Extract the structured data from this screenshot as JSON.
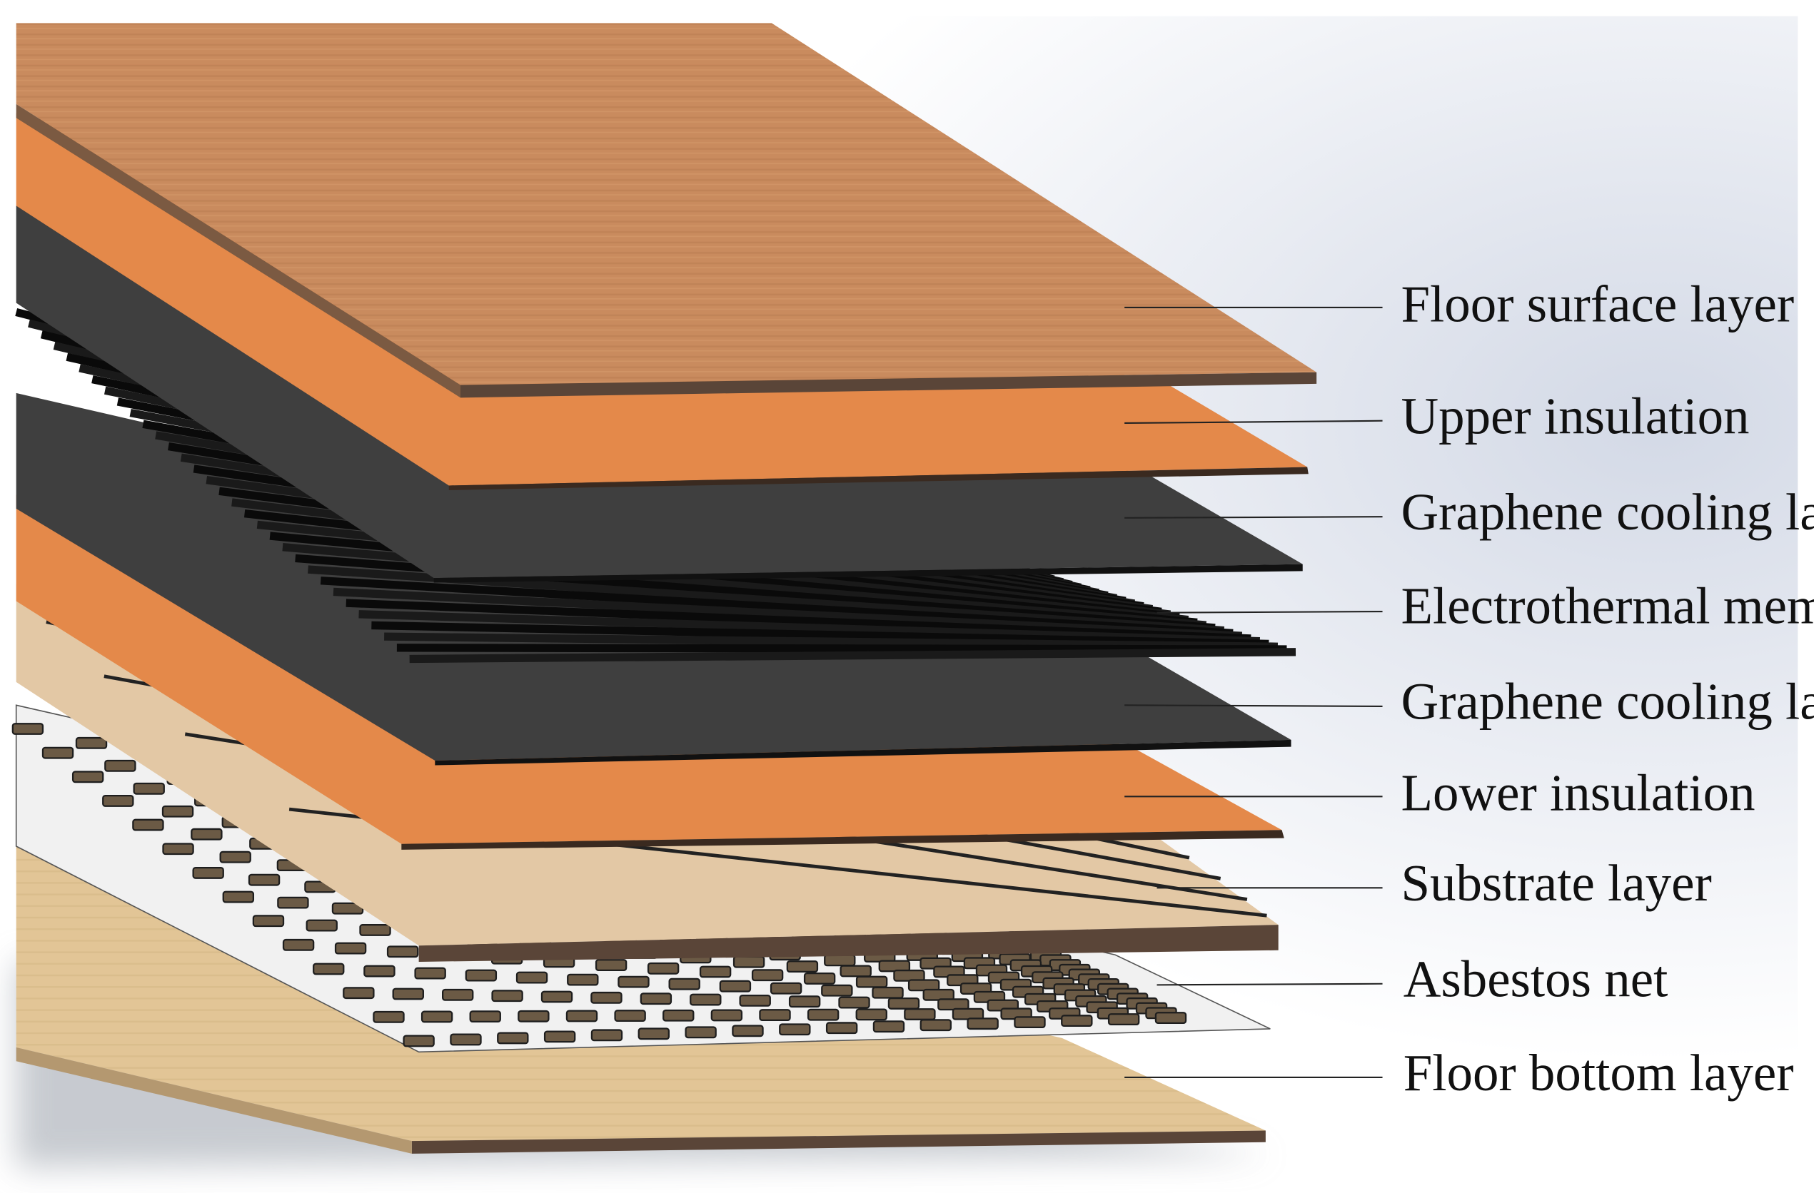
{
  "labels": {
    "floor_surface": "Floor surface layer",
    "upper_insulation": "Upper insulation",
    "graphene_upper": "Graphene cooling layer",
    "electrothermal": "Electrothermal membrane",
    "graphene_lower": "Graphene cooling layer",
    "lower_insulation": "Lower insulation",
    "substrate": "Substrate layer",
    "asbestos": "Asbestos net",
    "floor_bottom": "Floor bottom layer"
  },
  "colors": {
    "wood_surface": "#c98b5e",
    "wood_edge": "#5a4538",
    "insulation": "#e4894a",
    "graphene": "#3f3f3f",
    "strips": "#111111",
    "substrate": "#e3c8a5",
    "asbestos": "#f1f1f1",
    "bottom": "#e2c596",
    "background": "#dfe3ec"
  }
}
